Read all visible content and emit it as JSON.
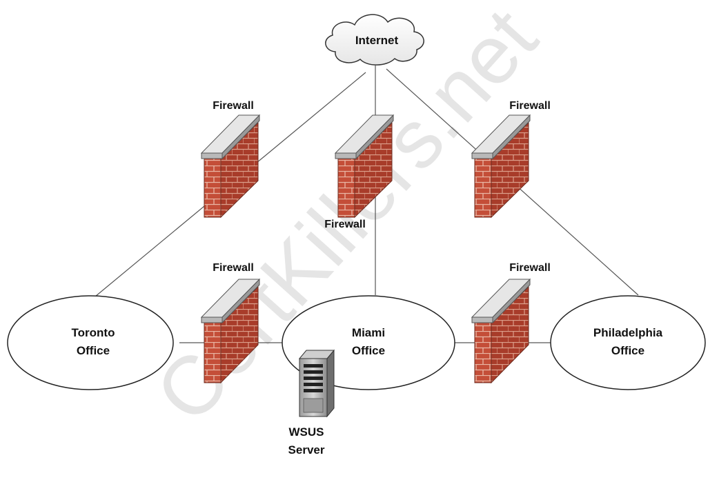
{
  "watermark": "CertKillers.net",
  "nodes": {
    "internet": {
      "label": "Internet",
      "icon": "cloud-icon"
    },
    "toronto": {
      "line1": "Toronto",
      "line2": "Office"
    },
    "miami": {
      "line1": "Miami",
      "line2": "Office"
    },
    "philadelphia": {
      "line1": "Philadelphia",
      "line2": "Office"
    },
    "wsus": {
      "line1": "WSUS",
      "line2": "Server",
      "icon": "server-icon"
    }
  },
  "firewalls": {
    "internet_toronto": {
      "label": "Firewall"
    },
    "internet_miami": {
      "label": "Firewall"
    },
    "internet_philadelphia": {
      "label": "Firewall"
    },
    "toronto_miami": {
      "label": "Firewall"
    },
    "miami_philadelphia": {
      "label": "Firewall"
    }
  },
  "colors": {
    "brick": "#c44e38",
    "mortar": "#e9b7a5",
    "cap": "#c8c8c8",
    "line": "#555555"
  }
}
